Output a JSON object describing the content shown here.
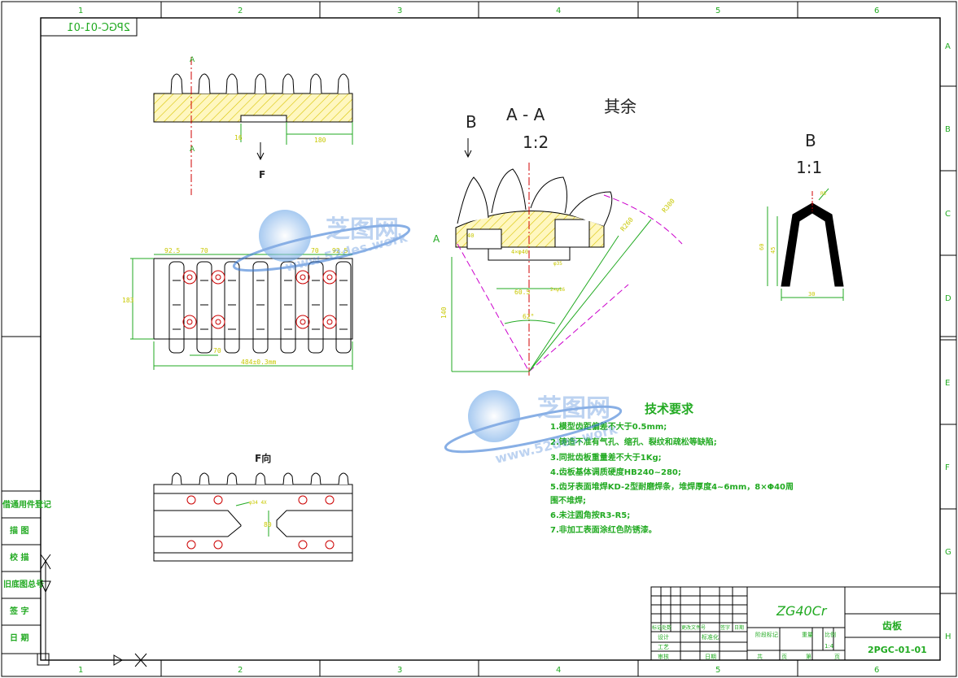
{
  "frame": {
    "column_numbers": [
      "1",
      "2",
      "3",
      "4",
      "5",
      "6"
    ],
    "row_letters": [
      "A",
      "B",
      "C",
      "D",
      "E",
      "F",
      "G",
      "H"
    ],
    "drawing_code_mirrored": "2PGC-01-01"
  },
  "side_stamp": [
    "借通用件登记",
    "描 图",
    "校 描",
    "旧底图总号",
    "签 字",
    "日 期"
  ],
  "views": {
    "top_section_label": "A",
    "top_section_label_bottom": "A",
    "top_dim_h": "16",
    "top_dim_len": "180",
    "top_view_label": "F",
    "plan_dims": [
      "92.5",
      "70",
      "70",
      "92.5"
    ],
    "plan_dim_height": "183",
    "plan_dim_70": "70",
    "plan_dim_total": "484±0.3mm",
    "bottom_view_label": "F向",
    "bottom_dim": "80",
    "bottom_note": "φ34 4X",
    "section_letter_B": "B",
    "section_aa": "A - A",
    "section_aa_scale": "1:2",
    "rest_note": "其余",
    "sec_dims": [
      "R300",
      "R260",
      "140",
      "60.5",
      "40",
      "4×φ40",
      "2×φ16",
      "62°",
      "φ35"
    ],
    "sec_label_a": "A",
    "detail_b": "B",
    "detail_b_scale": "1:1",
    "detail_dims": [
      "60",
      "45",
      "30",
      "R5"
    ]
  },
  "notes": {
    "title": "技术要求",
    "items": [
      "1.模型齿距偏差不大于0.5mm;",
      "2.铸造不准有气孔、缩孔、裂纹和疏松等缺陷;",
      "3.同批齿板重量差不大于1Kg;",
      "4.齿板基体调质硬度HB240~280;",
      "5.齿牙表面堆焊KD-2型耐磨焊条，堆焊厚度4~6mm，8×Φ40周",
      "围不堆焊;",
      "6.未注圆角按R3-R5;",
      "7.非加工表面涂红色防锈漆。"
    ]
  },
  "title_block": {
    "material": "ZG40Cr",
    "part_name": "齿板",
    "drawing_no": "2PGC-01-01",
    "scale": "1:4",
    "col_labels": [
      "标记",
      "处数",
      "更改文件号",
      "签字",
      "日期"
    ],
    "stage_labels": [
      "阶段标记",
      "重量",
      "比例"
    ],
    "role_labels": [
      "设计",
      "标准化",
      "审核",
      "工艺",
      "日期"
    ],
    "sheet_labels": [
      "共",
      "页",
      "第",
      "页"
    ]
  },
  "watermark": {
    "brand": "芝图网",
    "url": "www.52des.work"
  },
  "colors": {
    "frame": "#000000",
    "dimension": "#22aa22",
    "outline": "#000000",
    "hatch": "#d8c400",
    "hatch_fill": "#fff7c0",
    "center_line": "#d00000",
    "hidden_line": "#cc00cc",
    "holes": "#cc0000"
  }
}
